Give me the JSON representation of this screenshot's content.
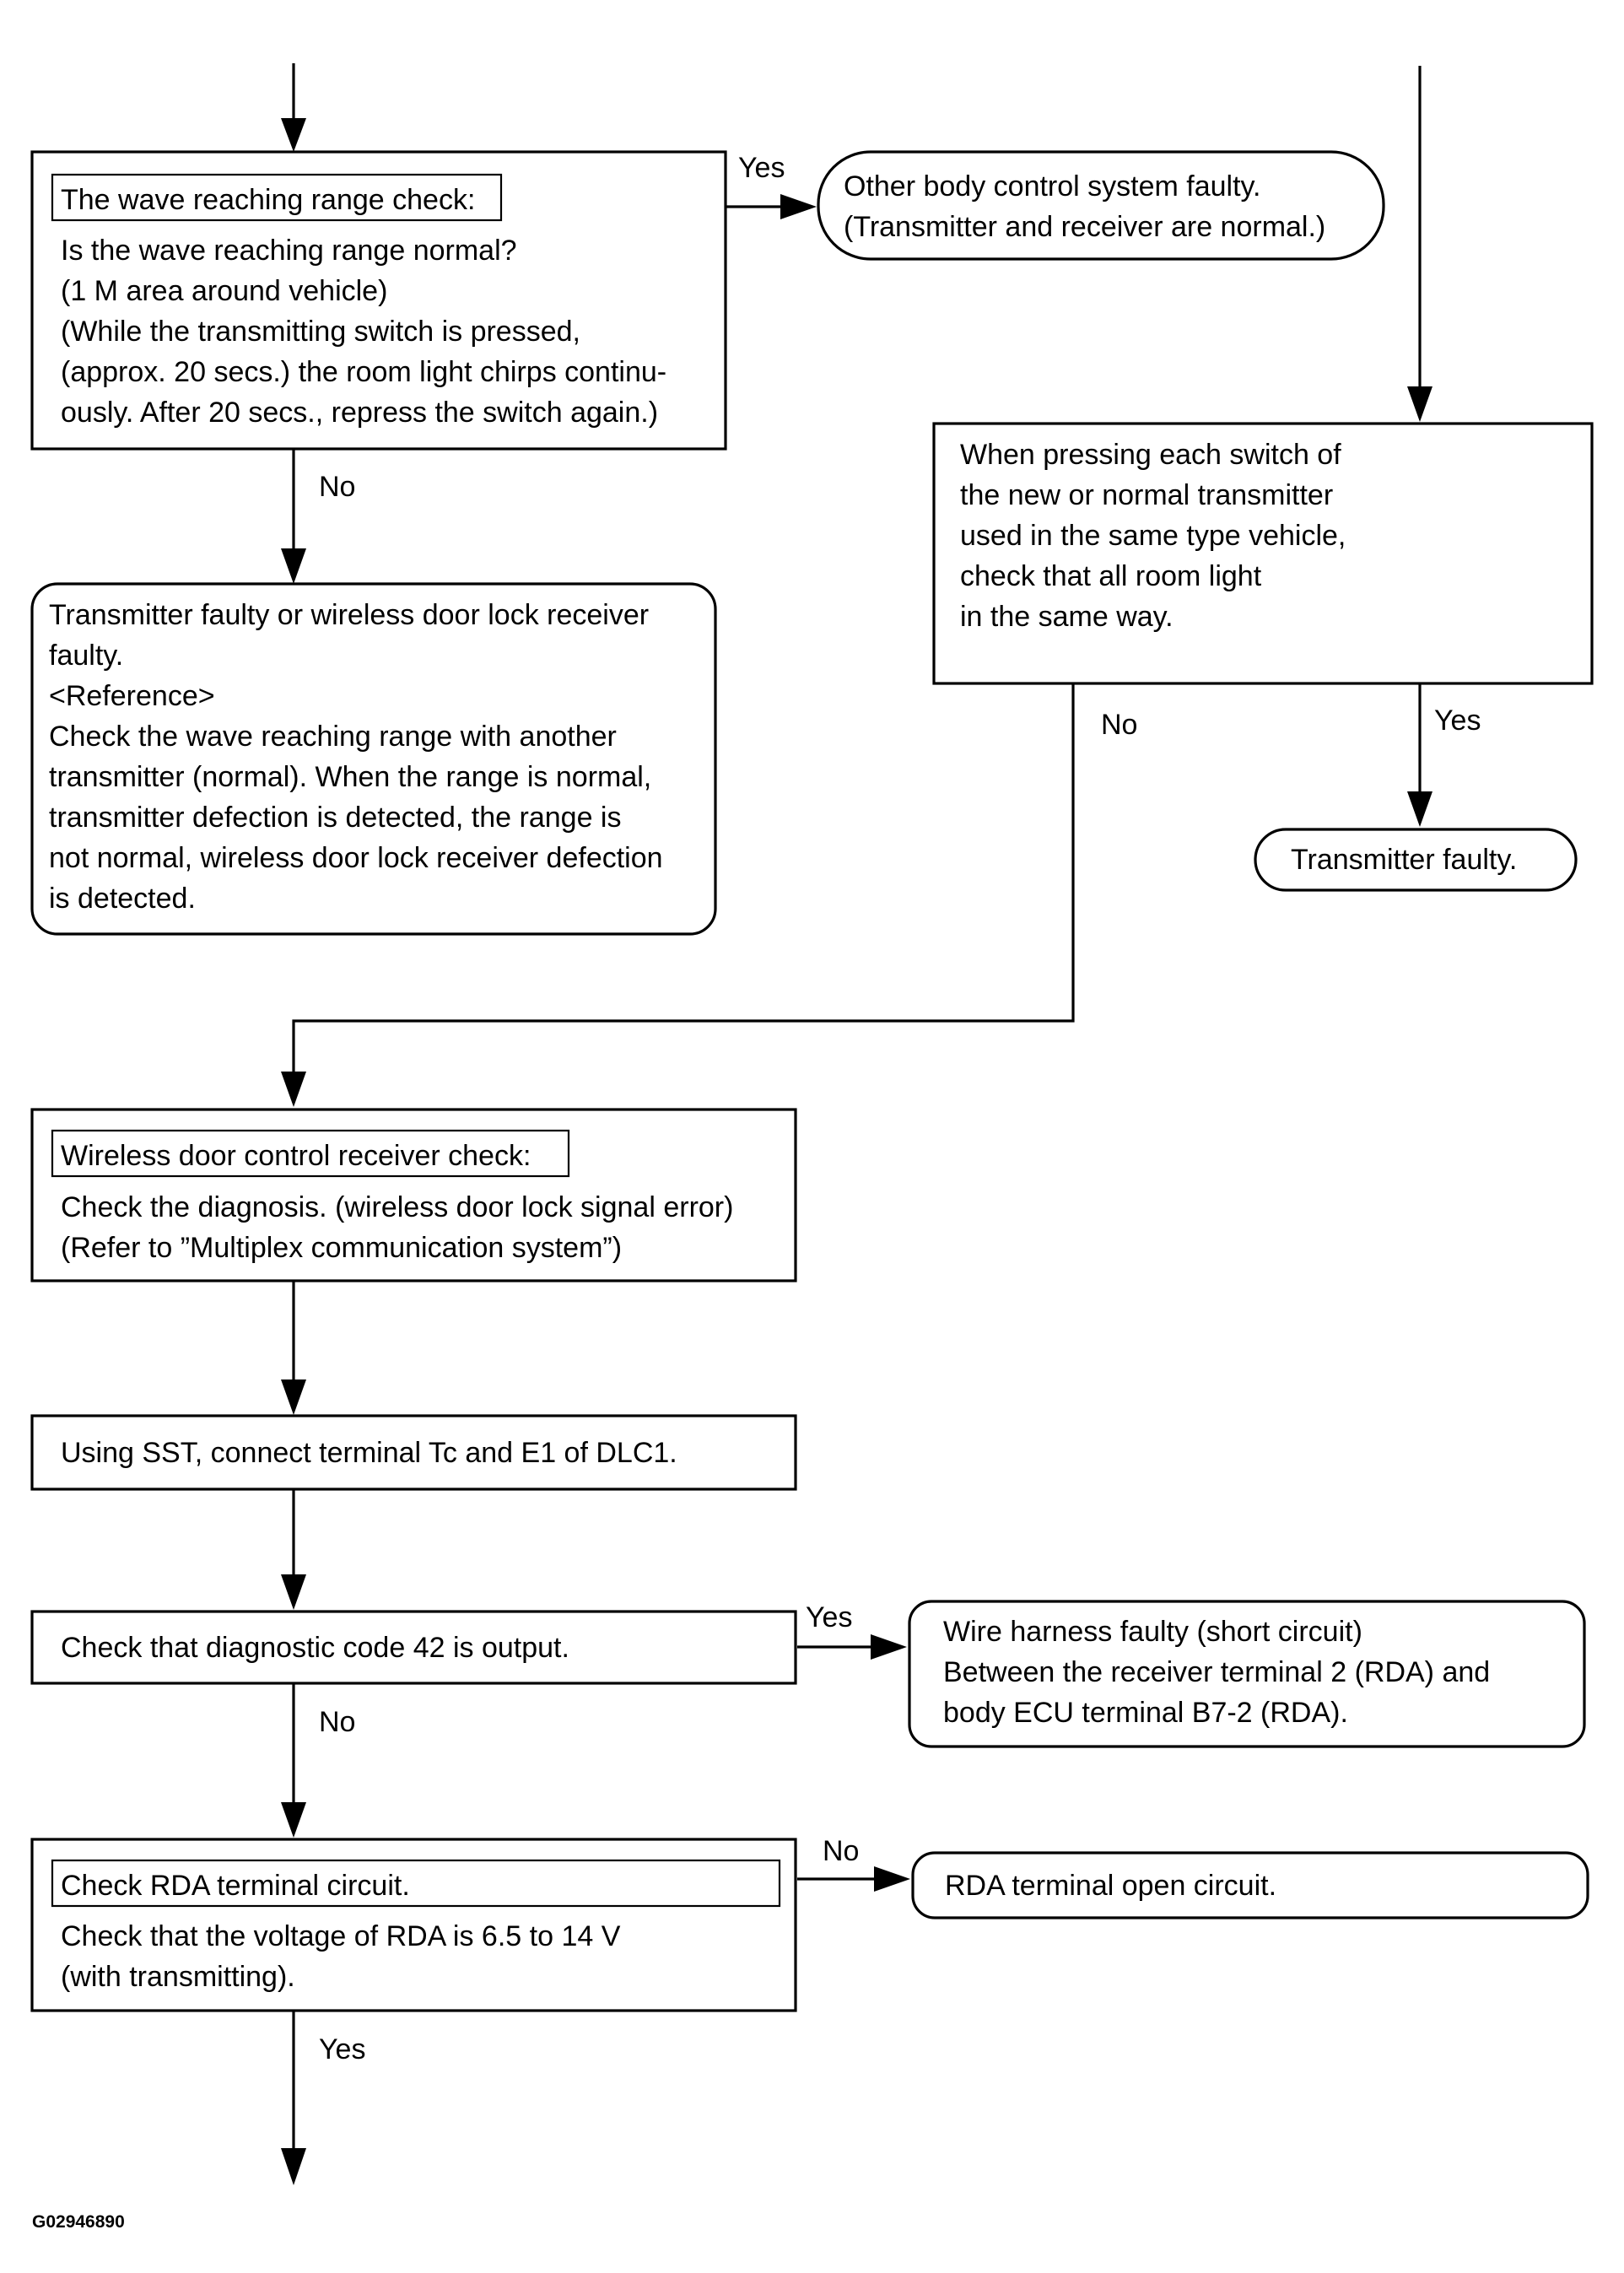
{
  "flow": {
    "wave_check": {
      "title": "The wave reaching range check:",
      "lines": [
        "Is the wave reaching range normal?",
        "(1 M area around vehicle)",
        "(While the transmitting switch is pressed,",
        "(approx. 20 secs.) the room light chirps continu-",
        "ously. After 20 secs., repress the switch again.)"
      ]
    },
    "other_faulty": {
      "lines": [
        "Other body control system faulty.",
        "(Transmitter and receiver are normal.)"
      ]
    },
    "transmitter_or_receiver_faulty": {
      "lines": [
        "Transmitter faulty or wireless door lock receiver",
        "faulty.",
        "<Reference>",
        "Check the wave reaching range with another",
        "transmitter (normal). When the range is normal,",
        "transmitter defection is detected, the range is",
        "not normal, wireless door lock receiver defection",
        "is detected."
      ]
    },
    "switch_check": {
      "lines": [
        "When pressing each switch of",
        "the new or normal transmitter",
        "used in the same type vehicle,",
        "check that all room light",
        "in the same way."
      ]
    },
    "transmitter_faulty": {
      "text": "Transmitter faulty."
    },
    "receiver_check": {
      "title": "Wireless door control receiver check:",
      "lines": [
        "Check the diagnosis. (wireless door lock signal error)",
        "(Refer to ”Multiplex communication system”)"
      ]
    },
    "sst_step": {
      "text": "Using SST, connect terminal Tc and E1 of DLC1."
    },
    "code_check": {
      "text": "Check that diagnostic code 42 is output."
    },
    "harness_faulty": {
      "lines": [
        "Wire harness faulty (short circuit)",
        "Between the receiver terminal 2 (RDA) and",
        "body ECU terminal B7-2 (RDA)."
      ]
    },
    "rda_check": {
      "title": "Check RDA terminal circuit.",
      "lines": [
        "Check that the voltage of RDA is 6.5 to 14 V",
        "(with transmitting)."
      ]
    },
    "rda_open": {
      "text": "RDA terminal open circuit."
    },
    "labels": {
      "yes_1": "Yes",
      "no_1": "No",
      "no_2": "No",
      "yes_2": "Yes",
      "yes_3": "Yes",
      "no_3": "No",
      "no_4": "No",
      "yes_4": "Yes"
    }
  },
  "figure_code": "G02946890"
}
